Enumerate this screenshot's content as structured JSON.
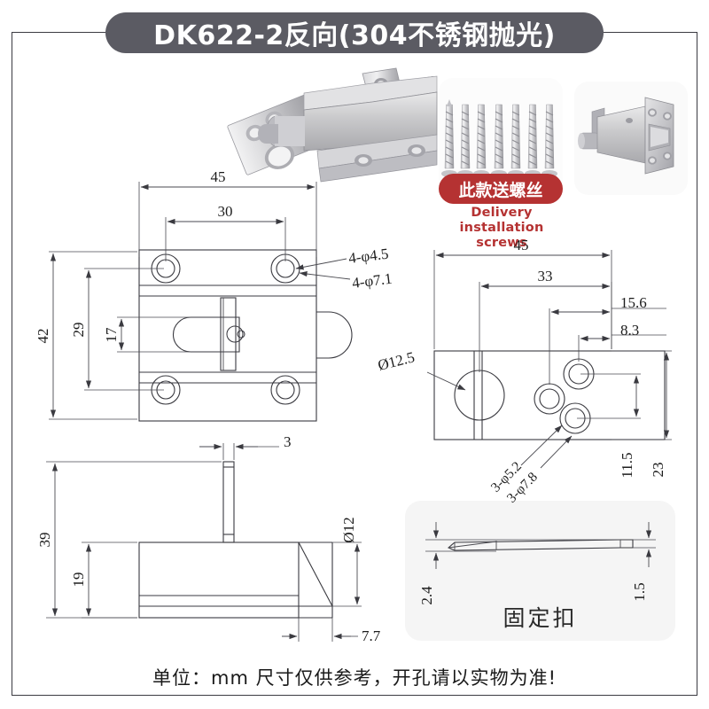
{
  "header": {
    "title": "DK622-2反向(304不锈钢抛光)"
  },
  "photos": {
    "main_product_alt": "latch-and-strike-plate-photo",
    "screws_panel": {
      "alt": "screws-photo",
      "screw_count": 7,
      "banner_label": "此款送螺丝",
      "caption_line1": "Delivery",
      "caption_line2": "installation screws",
      "banner_color": "#b53232"
    },
    "latch_back_panel": {
      "alt": "latch-back-view-photo"
    }
  },
  "views": {
    "front": {
      "name": "front-view",
      "dims": {
        "overall_width": "45",
        "hole_spacing": "30",
        "overall_height": "42",
        "hole_span_v": "29",
        "slot_height": "17"
      },
      "callouts": {
        "screw_hole": "4-φ4.5",
        "counterbore": "4-φ7.1"
      }
    },
    "strike_plate": {
      "name": "strike-plate-view",
      "dims": {
        "overall_width": "45",
        "inner_width": "33",
        "offset_a": "15.6",
        "offset_b": "8.3",
        "height_inner": "11.5",
        "overall_height": "23"
      },
      "callouts": {
        "big_hole": "Ø12.5",
        "small_hole": "3-φ5.2",
        "counterbore": "3-φ7.8"
      }
    },
    "side": {
      "name": "side-view",
      "dims": {
        "total_height": "39",
        "body_height": "19",
        "knob_width": "3",
        "bolt_diameter": "Ø12",
        "bolt_length": "7.7"
      }
    },
    "buckle": {
      "name": "buckle-view",
      "label": "固定扣",
      "dims": {
        "thickness_left": "2.4",
        "thickness_right": "1.5"
      }
    }
  },
  "footer": {
    "note": "单位：mm  尺寸仅供参考，开孔请以实物为准!"
  },
  "colors": {
    "title_bg": "#5b5b63",
    "accent_red": "#b53232",
    "line": "#3a3a40",
    "panel_bg": "#f5f5f5"
  }
}
